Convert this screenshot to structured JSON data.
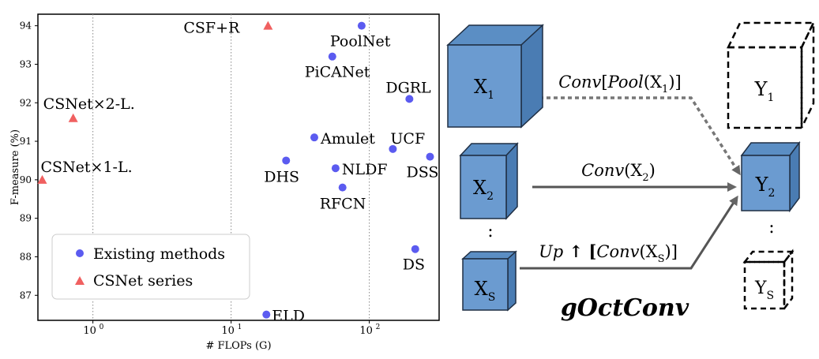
{
  "chart_data": {
    "type": "scatter",
    "xlabel": "# FLOPs (G)",
    "ylabel": "F-measure (%)",
    "x_scale": "log",
    "xlim": [
      0.4,
      320
    ],
    "ylim": [
      86.35,
      94.3
    ],
    "y_ticks": [
      "87",
      "88",
      "89",
      "90",
      "91",
      "92",
      "93",
      "94"
    ],
    "x_ticks": [
      {
        "value": 1,
        "base": "10",
        "exp": "0"
      },
      {
        "value": 10,
        "base": "10",
        "exp": "1"
      },
      {
        "value": 100,
        "base": "10",
        "exp": "2"
      }
    ],
    "grid": "vertical dotted at decades",
    "legend": {
      "placement": "lower-left",
      "entries": [
        "Existing methods",
        "CSNet series"
      ]
    },
    "series": [
      {
        "name": "Existing methods",
        "marker": "circle",
        "color": "#5b5bf0",
        "points": [
          {
            "label": "PoolNet",
            "x": 88,
            "y": 94.0
          },
          {
            "label": "PiCANet",
            "x": 54,
            "y": 93.2
          },
          {
            "label": "DGRL",
            "x": 195,
            "y": 92.1
          },
          {
            "label": "Amulet",
            "x": 40,
            "y": 91.1
          },
          {
            "label": "UCF",
            "x": 148,
            "y": 90.8
          },
          {
            "label": "DHS",
            "x": 25,
            "y": 90.5
          },
          {
            "label": "NLDF",
            "x": 57,
            "y": 90.3
          },
          {
            "label": "DSS",
            "x": 275,
            "y": 90.6
          },
          {
            "label": "RFCN",
            "x": 64,
            "y": 89.8
          },
          {
            "label": "DS",
            "x": 215,
            "y": 88.2
          },
          {
            "label": "ELD",
            "x": 18,
            "y": 86.5
          }
        ]
      },
      {
        "name": "CSNet series",
        "marker": "triangle",
        "color": "#f06060",
        "points": [
          {
            "label": "CSF+R",
            "x": 18.5,
            "y": 94.0
          },
          {
            "label": "CSNet×2-L.",
            "x": 0.72,
            "y": 91.6
          },
          {
            "label": "CSNet×1-L.",
            "x": 0.43,
            "y": 90.0
          }
        ]
      }
    ]
  },
  "diagram": {
    "title": "gOctConv",
    "inputs": [
      {
        "id": "x1",
        "base": "X",
        "sub": "1"
      },
      {
        "id": "x2",
        "base": "X",
        "sub": "2"
      },
      {
        "id": "xs",
        "base": "X",
        "sub": "S"
      }
    ],
    "outputs": [
      {
        "id": "y1",
        "base": "Y",
        "sub": "1"
      },
      {
        "id": "y2",
        "base": "Y",
        "sub": "2"
      },
      {
        "id": "ys",
        "base": "Y",
        "sub": "S"
      }
    ],
    "ellipsis": ":",
    "arrows": [
      {
        "id": "a1",
        "parts": [
          {
            "t": "Conv",
            "i": true
          },
          {
            "t": "["
          },
          {
            "t": "Pool",
            "i": true
          },
          {
            "t": "(X"
          },
          {
            "t": "1",
            "sub": true
          },
          {
            "t": ")]"
          }
        ]
      },
      {
        "id": "a2",
        "parts": [
          {
            "t": "Conv",
            "i": true
          },
          {
            "t": "(X"
          },
          {
            "t": "2",
            "sub": true
          },
          {
            "t": ")"
          }
        ]
      },
      {
        "id": "a3",
        "parts": [
          {
            "t": "Up",
            "i": true
          },
          {
            "t": " ↑ [",
            "bold": true
          },
          {
            "t": "Conv",
            "i": true
          },
          {
            "t": "(X"
          },
          {
            "t": "S",
            "sub": true
          },
          {
            "t": ")]"
          }
        ]
      }
    ],
    "colors": {
      "cube_fill": "#5b8ec4",
      "cube_edge": "#1f2f44",
      "arrow": "#555555"
    }
  }
}
